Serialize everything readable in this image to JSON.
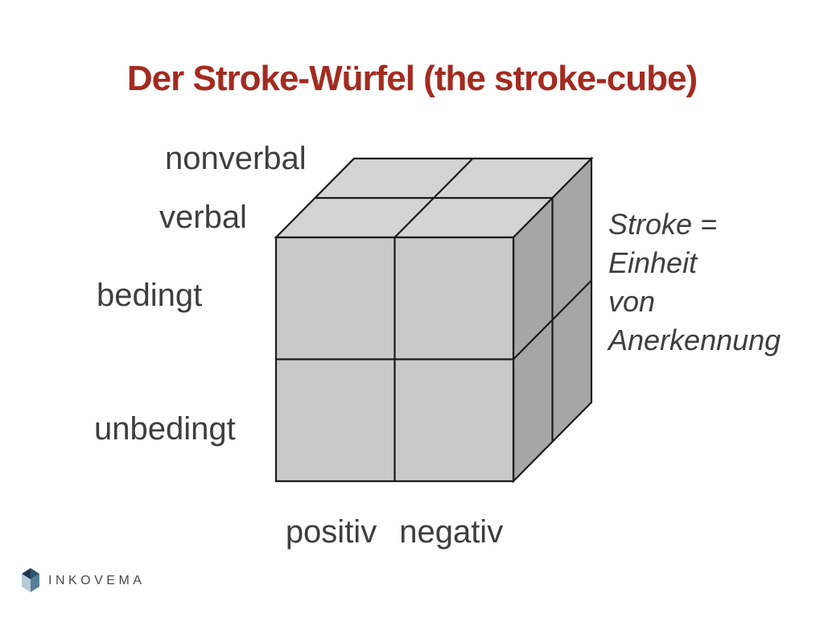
{
  "slide": {
    "background": "#FFFFFF",
    "title": {
      "text": "Der Stroke-Würfel (the stroke-cube)",
      "color": "#A32B20"
    }
  },
  "cube": {
    "label_color": "#3E3E3E",
    "colors": {
      "front": "#C9C9C9",
      "top": "#D4D4D4",
      "right": "#A6A6A6",
      "edge": "#1B1B1B"
    },
    "axis_labels": {
      "depth": [
        "nonverbal",
        "verbal"
      ],
      "rows": [
        "bedingt",
        "unbedingt"
      ],
      "columns": [
        "positiv",
        "negativ"
      ]
    }
  },
  "annotation": {
    "color": "#3E3E3E",
    "lines": [
      "Stroke =",
      "Einheit",
      "von",
      "Anerkennung"
    ]
  },
  "logo": {
    "text": "INKOVEMA",
    "text_color": "#4A4A4A",
    "icon": "cube-icon",
    "icon_colors": {
      "top_left": "#1E3750",
      "top_right": "#2E5570",
      "left": "#B6C9D4",
      "right": "#557F9A"
    }
  }
}
